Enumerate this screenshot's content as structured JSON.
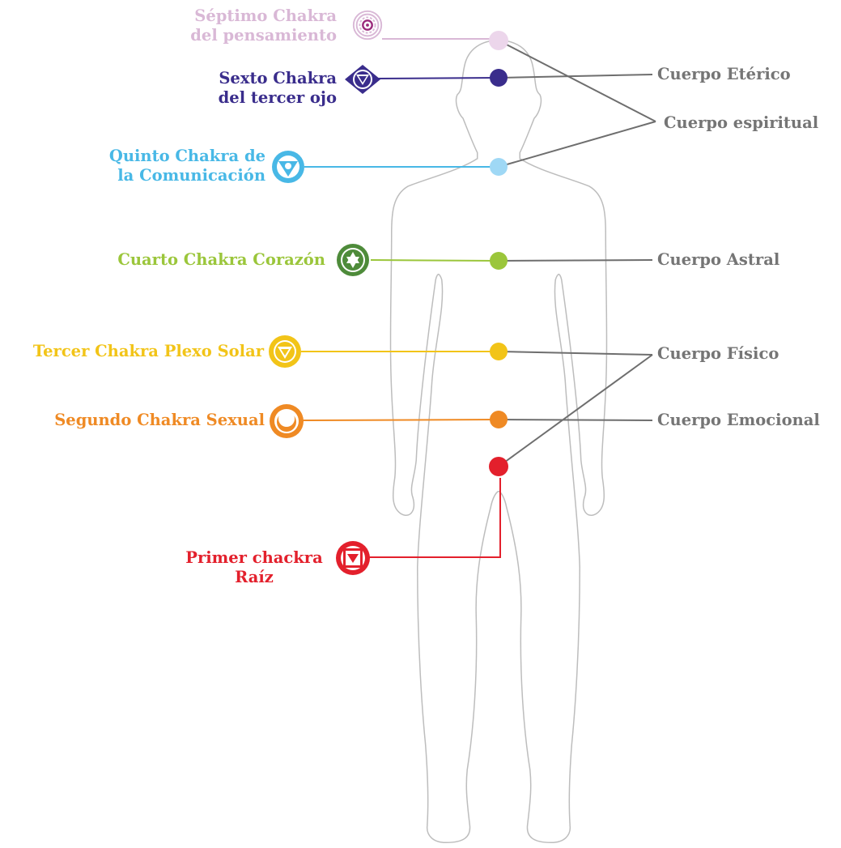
{
  "chakras": [
    {
      "key": "crown",
      "lines": [
        "Séptimo Chakra",
        "del pensamiento"
      ],
      "color": "#d9b8d6",
      "icon": "lotus-icon"
    },
    {
      "key": "third-eye",
      "lines": [
        "Sexto Chakra",
        "del tercer ojo"
      ],
      "color": "#3a2d8c",
      "icon": "eye-triangle-icon"
    },
    {
      "key": "throat",
      "lines": [
        "Quinto Chakra de",
        "la Comunicación"
      ],
      "color": "#48b8e6",
      "icon": "throat-triangle-icon"
    },
    {
      "key": "heart",
      "lines": [
        "Cuarto Chakra Corazón"
      ],
      "color": "#9bc63b",
      "icon": "hexagram-icon"
    },
    {
      "key": "solar-plexus",
      "lines": [
        "Tercer Chakra Plexo Solar"
      ],
      "color": "#f2c418",
      "icon": "sun-triangle-icon"
    },
    {
      "key": "sacral",
      "lines": [
        "Segundo Chakra Sexual"
      ],
      "color": "#ef8a24",
      "icon": "crescent-icon"
    },
    {
      "key": "root",
      "lines": [
        "Primer chackra",
        "Raíz"
      ],
      "color": "#e3202c",
      "icon": "square-triangle-icon"
    }
  ],
  "bodies": [
    {
      "key": "eterico",
      "label": "Cuerpo Etérico"
    },
    {
      "key": "espiritual",
      "label": "Cuerpo espiritual"
    },
    {
      "key": "astral",
      "label": "Cuerpo Astral"
    },
    {
      "key": "fisico",
      "label": "Cuerpo Físico"
    },
    {
      "key": "emocional",
      "label": "Cuerpo Emocional"
    }
  ],
  "colors": {
    "connector": "#6e6e6e",
    "outline": "#bdbdbd",
    "body_label": "#757575"
  }
}
